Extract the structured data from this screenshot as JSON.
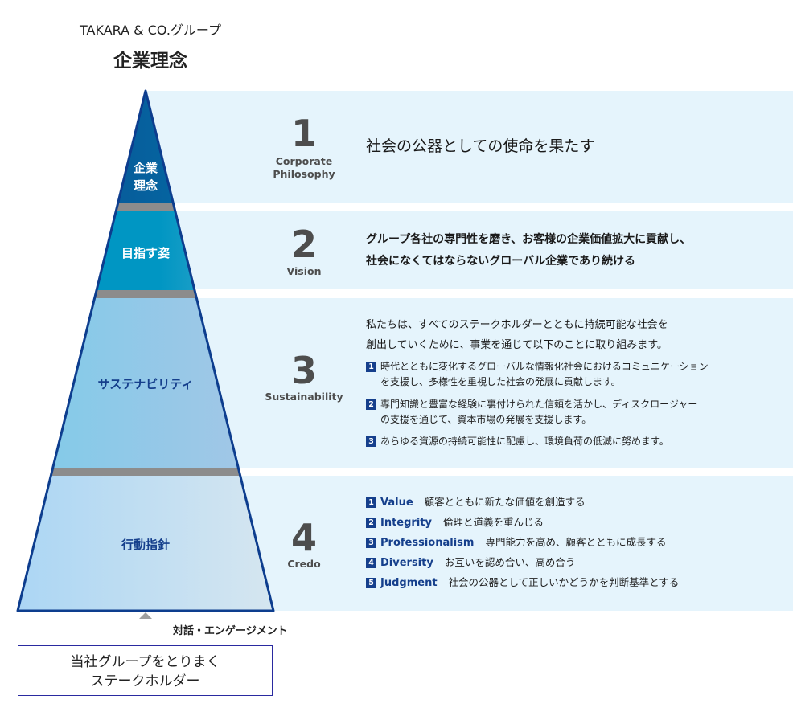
{
  "header": {
    "company": "TAKARA & CO.グループ",
    "title": "企業理念"
  },
  "tiers": [
    {
      "label_line1": "企業",
      "label_line2": "理念",
      "number": "1",
      "name_line1": "Corporate",
      "name_line2": "Philosophy",
      "statement": "社会の公器としての使命を果たす"
    },
    {
      "label": "目指す姿",
      "number": "2",
      "name": "Vision",
      "statement_line1": "グループ各社の専門性を磨き、お客様の企業価値拡大に貢献し、",
      "statement_line2": "社会になくてはならないグローバル企業であり続ける"
    },
    {
      "label": "サステナビリティ",
      "number": "3",
      "name": "Sustainability",
      "intro_line1": "私たちは、すべてのステークホルダーとともに持続可能な社会を",
      "intro_line2": "創出していくために、事業を通じて以下のことに取り組みます。",
      "items": [
        {
          "n": "1",
          "line1": "時代とともに変化するグローバルな情報化社会におけるコミュニケーション",
          "line2": "を支援し、多様性を重視した社会の発展に貢献します。"
        },
        {
          "n": "2",
          "line1": "専門知識と豊富な経験に裏付けられた信頼を活かし、ディスクロージャー",
          "line2": "の支援を通じて、資本市場の発展を支援します。"
        },
        {
          "n": "3",
          "line1": "あらゆる資源の持続可能性に配慮し、環境負荷の低減に努めます。"
        }
      ]
    },
    {
      "label": "行動指針",
      "number": "4",
      "name": "Credo",
      "items": [
        {
          "n": "1",
          "en": "Value",
          "ja": "顧客とともに新たな価値を創造する"
        },
        {
          "n": "2",
          "en": "Integrity",
          "ja": "倫理と道義を重んじる"
        },
        {
          "n": "3",
          "en": "Professionalism",
          "ja": "専門能力を高め、顧客とともに成長する"
        },
        {
          "n": "4",
          "en": "Diversity",
          "ja": "お互いを認め合い、高め合う"
        },
        {
          "n": "5",
          "en": "Judgment",
          "ja": "社会の公器として正しいかどうかを判断基準とする"
        }
      ]
    }
  ],
  "footer": {
    "dialog": "対話・エンゲージメント",
    "stakeholders_line1": "当社グループをとりまく",
    "stakeholders_line2": "ステークホルダー"
  },
  "colors": {
    "navy": "#153f8c",
    "panel": "#e5f4fc",
    "separator": "#8c8c8c"
  }
}
